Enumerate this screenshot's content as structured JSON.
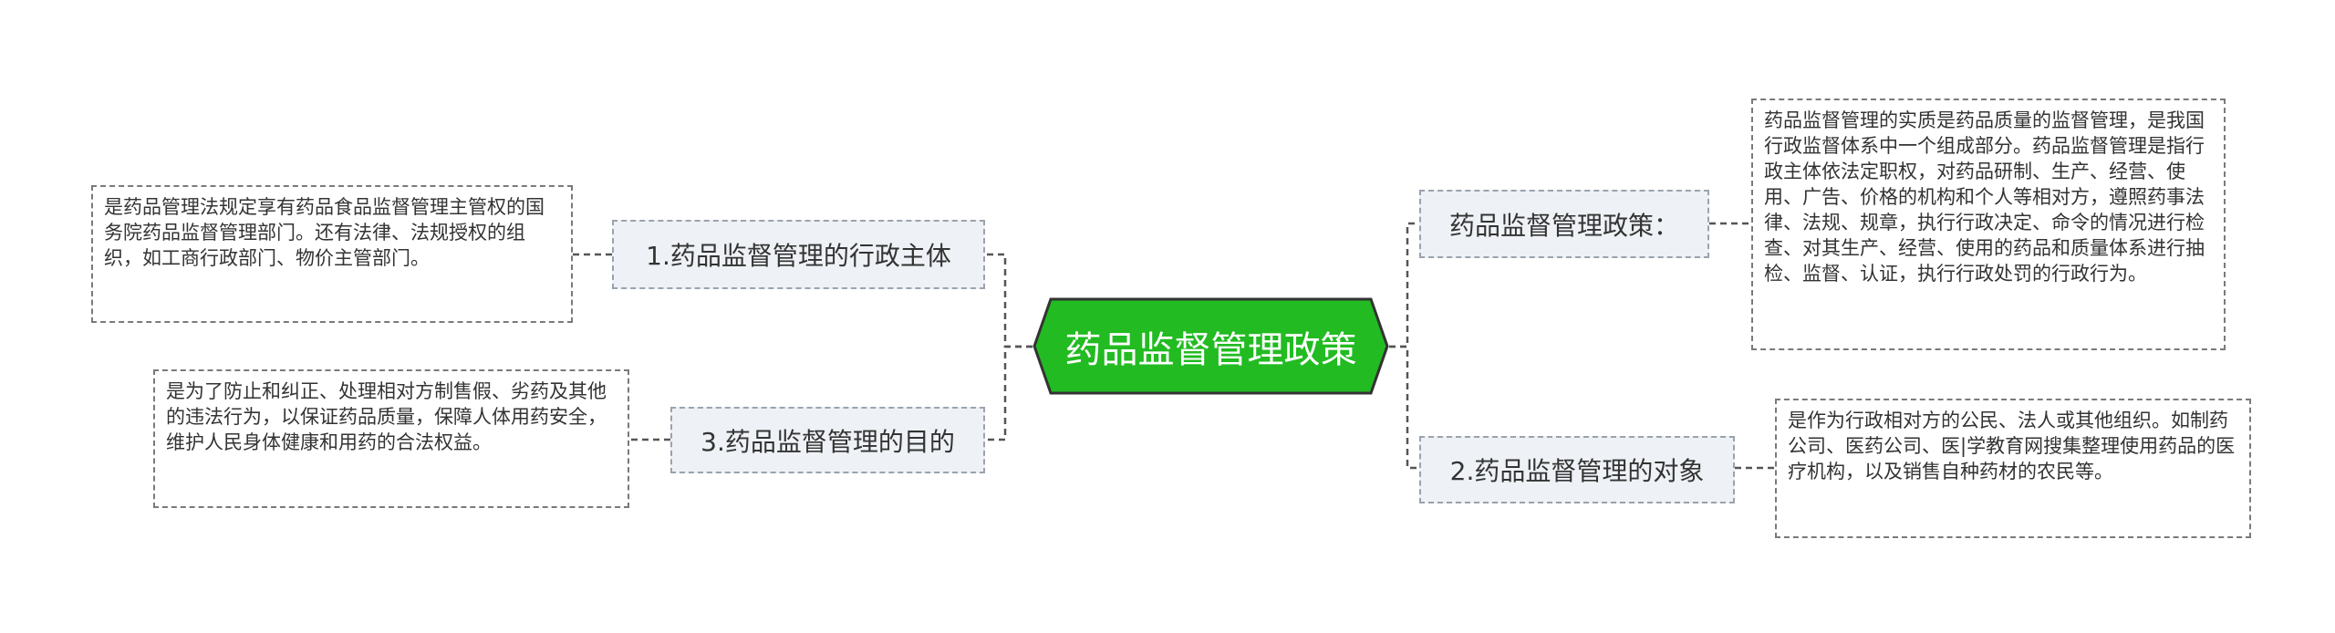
{
  "center": {
    "label": "药品监督管理政策",
    "color": "#22bb22"
  },
  "branches": [
    {
      "id": "left-top",
      "label": "1.药品监督管理的行政主体",
      "note": "是药品管理法规定享有药品食品监督管理主管权的国务院药品监督管理部门。还有法律、法规授权的组织，如工商行政部门、物价主管部门。"
    },
    {
      "id": "left-bottom",
      "label": "3.药品监督管理的目的",
      "note": "是为了防止和纠正、处理相对方制售假、劣药及其他的违法行为，以保证药品质量，保障人体用药安全，维护人民身体健康和用药的合法权益。"
    },
    {
      "id": "right-top",
      "label": "药品监督管理政策：",
      "note": "药品监督管理的实质是药品质量的监督管理，是我国行政监督体系中一个组成部分。药品监督管理是指行政主体依法定职权，对药品研制、生产、经营、使用、广告、价格的机构和个人等相对方，遵照药事法律、法规、规章，执行行政决定、命令的情况进行检查、对其生产、经营、使用的药品和质量体系进行抽检、监督、认证，执行行政处罚的行政行为。"
    },
    {
      "id": "right-bottom",
      "label": "2.药品监督管理的对象",
      "note": "是作为行政相对方的公民、法人或其他组织。如制药公司、医药公司、医|学教育网搜集整理使用药品的医疗机构，以及销售自种药材的农民等。"
    }
  ]
}
